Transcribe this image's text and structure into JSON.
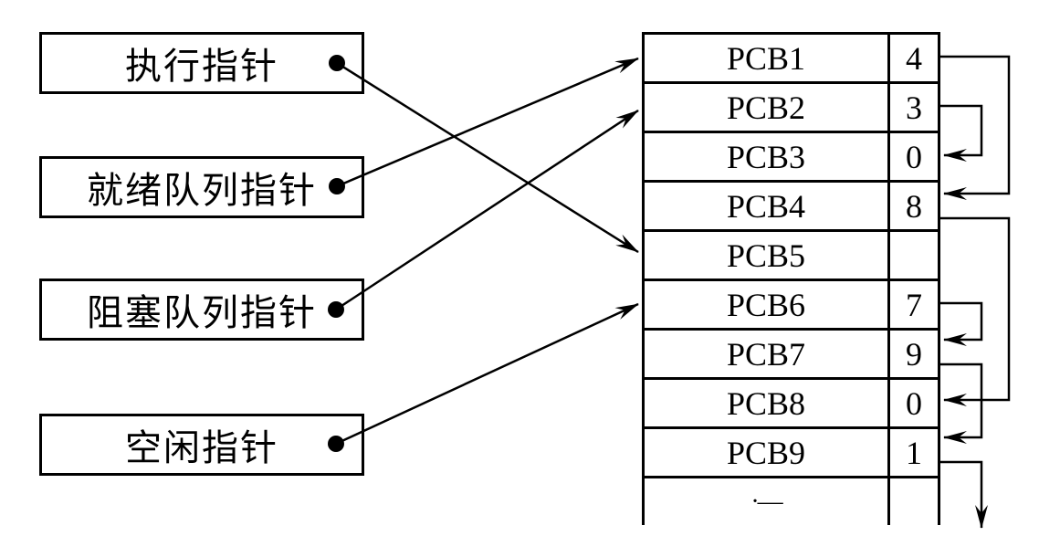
{
  "pointers": [
    {
      "label": "执行指针",
      "target": "PCB5"
    },
    {
      "label": "就绪队列指针",
      "target": "PCB1"
    },
    {
      "label": "阻塞队列指针",
      "target": "PCB2"
    },
    {
      "label": "空闲指针",
      "target": "PCB6"
    }
  ],
  "pcb_table": {
    "rows": [
      {
        "name": "PCB1",
        "next": "4"
      },
      {
        "name": "PCB2",
        "next": "3"
      },
      {
        "name": "PCB3",
        "next": "0"
      },
      {
        "name": "PCB4",
        "next": "8"
      },
      {
        "name": "PCB5",
        "next": ""
      },
      {
        "name": "PCB6",
        "next": "7"
      },
      {
        "name": "PCB7",
        "next": "9"
      },
      {
        "name": "PCB8",
        "next": "0"
      },
      {
        "name": "PCB9",
        "next": "1"
      },
      {
        "name": "·—",
        "next": ""
      }
    ]
  },
  "pointer_links": [
    {
      "from": "执行指针",
      "to": "PCB5"
    },
    {
      "from": "就绪队列指针",
      "to": "PCB1"
    },
    {
      "from": "阻塞队列指针",
      "to": "PCB2"
    },
    {
      "from": "空闲指针",
      "to": "PCB6"
    }
  ],
  "next_links": [
    {
      "from": "PCB1",
      "value": "4",
      "to": "PCB4"
    },
    {
      "from": "PCB2",
      "value": "3",
      "to": "PCB3"
    },
    {
      "from": "PCB4",
      "value": "8",
      "to": "PCB8"
    },
    {
      "from": "PCB6",
      "value": "7",
      "to": "PCB7"
    },
    {
      "from": "PCB7",
      "value": "9",
      "to": "PCB9"
    },
    {
      "from": "PCB9",
      "value": "1",
      "to": "continues-below-table"
    }
  ],
  "colors": {
    "line": "#000000",
    "background": "#ffffff"
  }
}
